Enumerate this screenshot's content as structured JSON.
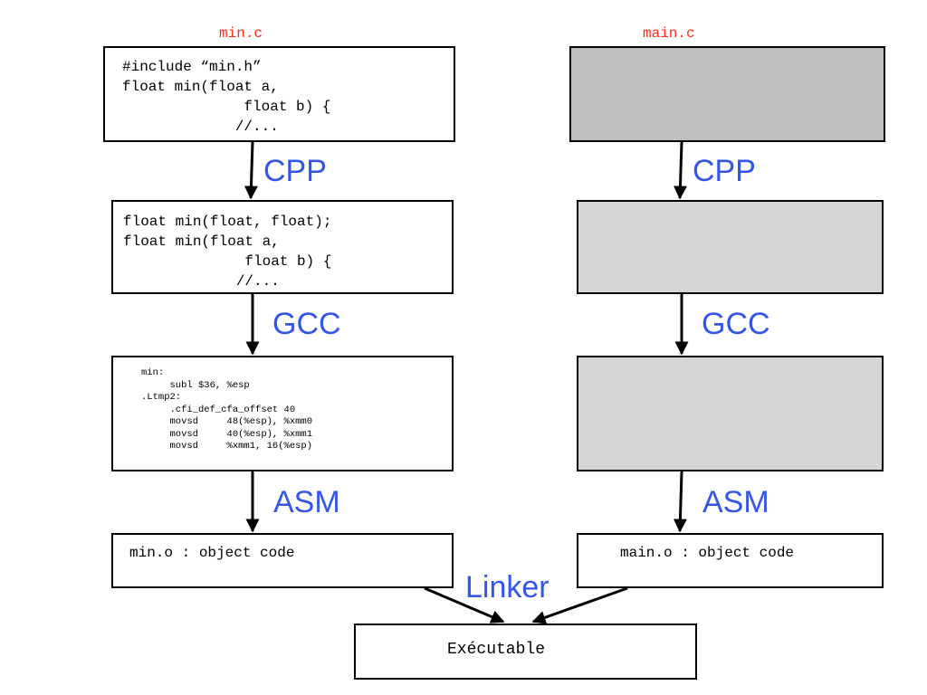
{
  "left": {
    "filename": "min.c",
    "source_lines": [
      "#include “min.h”",
      "float min(float a,",
      "              float b) {",
      "             //..."
    ],
    "preprocessed_lines": [
      "float min(float, float);",
      "float min(float a,",
      "              float b) {",
      "             //..."
    ],
    "asm_lines": [
      "min:",
      "     subl $36, %esp",
      ".Ltmp2:",
      "     .cfi_def_cfa_offset 40",
      "     movsd     48(%esp), %xmm0",
      "     movsd     40(%esp), %xmm1",
      "     movsd     %xmm1, 16(%esp)"
    ],
    "object": "min.o : object code"
  },
  "right": {
    "filename": "main.c",
    "object": "main.o : object code"
  },
  "steps": {
    "cpp": "CPP",
    "gcc": "GCC",
    "asm": "ASM",
    "linker": "Linker"
  },
  "output": "Exécutable",
  "colors": {
    "filename": "#ff2a1a",
    "step": "#3356e6",
    "source_box_fill": "#bfbfbf",
    "intermediate_box_fill": "#d6d6d6"
  }
}
